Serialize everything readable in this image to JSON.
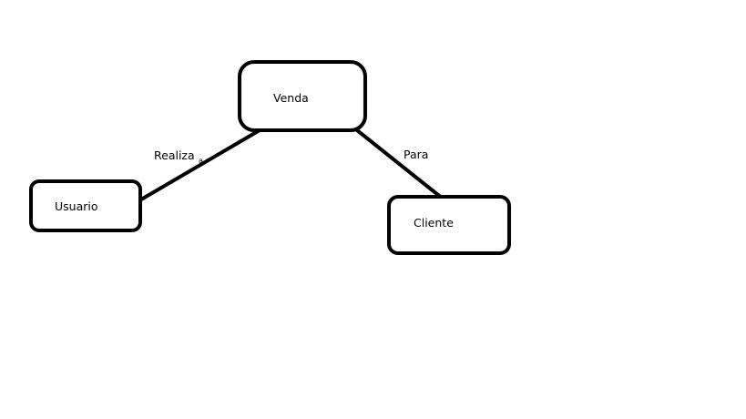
{
  "diagram": {
    "nodes": {
      "venda": {
        "label": "Venda"
      },
      "usuario": {
        "label": "Usuario"
      },
      "cliente": {
        "label": "Cliente"
      }
    },
    "edges": {
      "realiza": {
        "label": "Realiza",
        "suffix": "a"
      },
      "para": {
        "label": "Para"
      }
    },
    "colors": {
      "stroke": "#000000",
      "background": "#ffffff"
    }
  }
}
